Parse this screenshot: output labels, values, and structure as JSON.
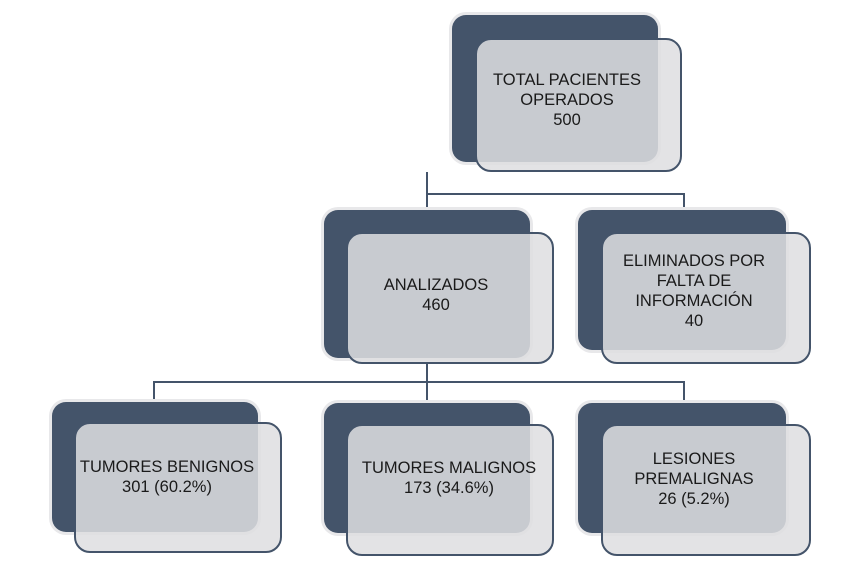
{
  "diagram": {
    "type": "flowchart",
    "nodes": [
      {
        "id": "total",
        "lines": [
          "TOTAL PACIENTES",
          "OPERADOS",
          "500"
        ]
      },
      {
        "id": "analizados",
        "lines": [
          "ANALIZADOS",
          "460"
        ]
      },
      {
        "id": "eliminados",
        "lines": [
          "ELIMINADOS POR",
          "FALTA DE",
          "INFORMACIÓN",
          "40"
        ]
      },
      {
        "id": "benignos",
        "lines": [
          "TUMORES BENIGNOS",
          "301 (60.2%)"
        ]
      },
      {
        "id": "malignos",
        "lines": [
          "TUMORES MALIGNOS",
          "173 (34.6%)"
        ]
      },
      {
        "id": "premalignas",
        "lines": [
          "LESIONES",
          "PREMALIGNAS",
          "26 (5.2%)"
        ]
      }
    ],
    "edges": [
      [
        "total",
        "analizados"
      ],
      [
        "total",
        "eliminados"
      ],
      [
        "analizados",
        "benignos"
      ],
      [
        "analizados",
        "malignos"
      ],
      [
        "analizados",
        "premalignas"
      ]
    ],
    "colors": {
      "dark_box": "#44546a",
      "light_box": "#dedee1",
      "connector": "#44546a"
    }
  }
}
